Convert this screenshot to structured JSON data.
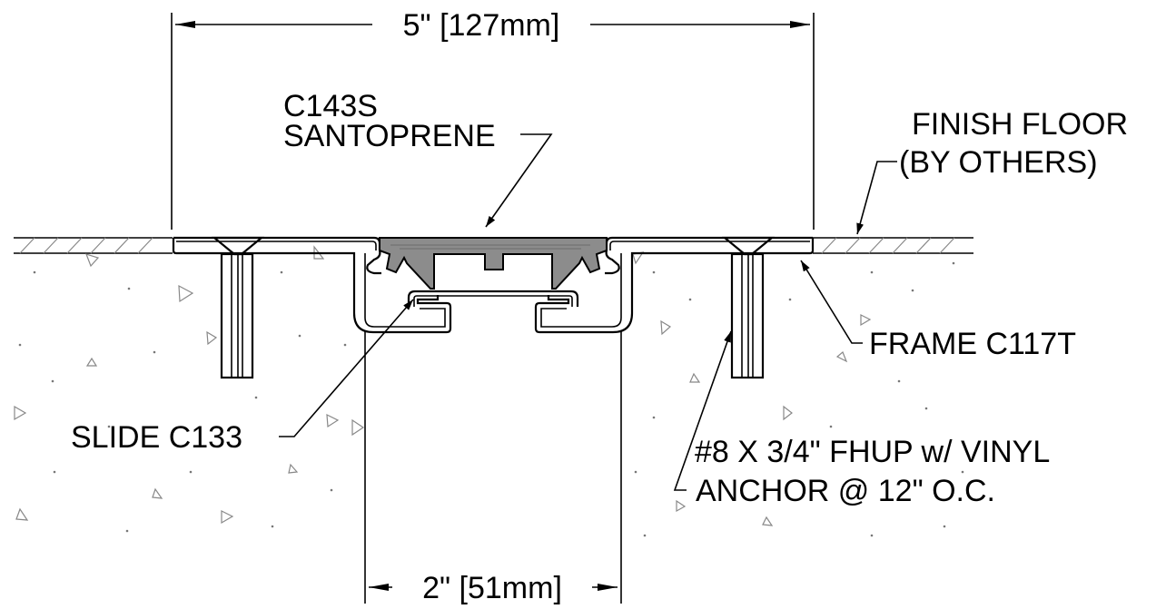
{
  "dimensions": {
    "overall": "5\" [127mm]",
    "gap": "2\" [51mm]"
  },
  "callouts": {
    "gasket_line1": "C143S",
    "gasket_line2": "SANTOPRENE",
    "floor_line1": "FINISH FLOOR",
    "floor_line2": "(BY OTHERS)",
    "frame": "FRAME C117T",
    "slide": "SLIDE C133",
    "anchor_line1": "#8 X 3/4\" FHUP w/ VINYL",
    "anchor_line2": "ANCHOR @ 12\" O.C."
  },
  "colors": {
    "linework": "#000000",
    "gasket_fill": "#8c8c8c",
    "aggregate": "#888888"
  }
}
